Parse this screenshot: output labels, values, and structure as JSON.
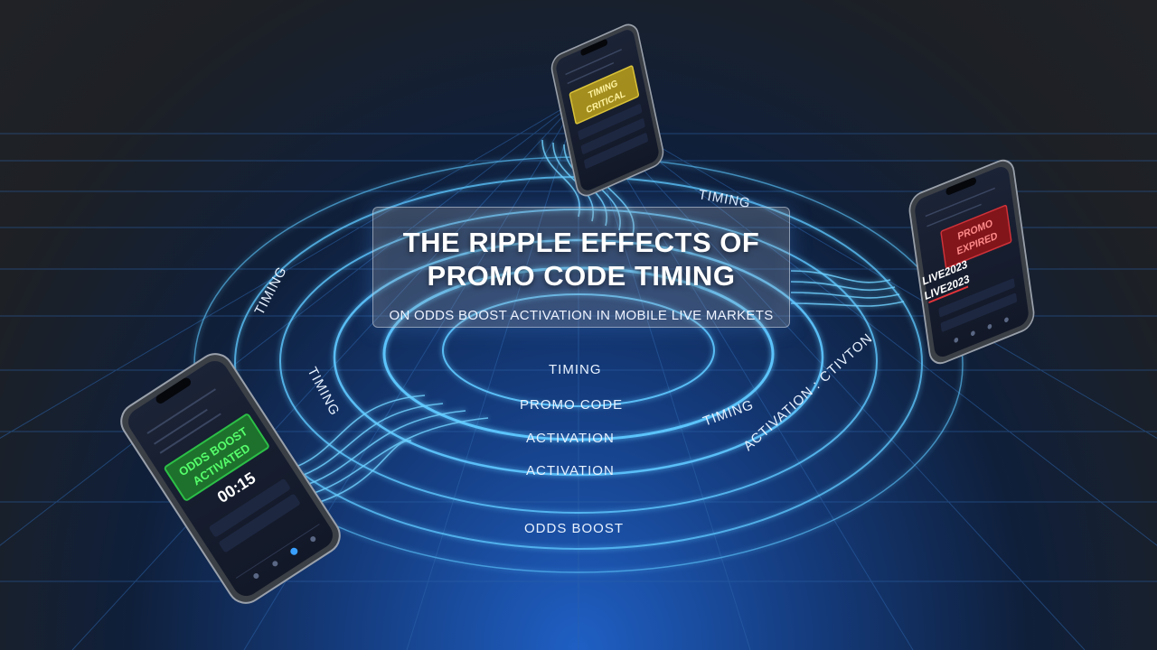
{
  "title": {
    "line1": "THE RIPPLE EFFECTS OF",
    "line2": "PROMO CODE TIMING",
    "subtitle": "ON ODDS BOOST ACTIVATION IN MOBILE LIVE MARKETS"
  },
  "ring_labels": {
    "timing_top": "TIMING",
    "timing_left_outer": "TIMING",
    "timing_left_inner": "TIMING",
    "timing_center": "TIMING",
    "promo_code": "PROMO CODE",
    "timing_right": "TIMING",
    "activation_inner": "ACTIVATION",
    "activation_outer": "ACTIVATION",
    "activation_right": "ACTIVATION : CTIVTON",
    "odds_boost": "ODDS BOOST"
  },
  "phones": {
    "left": {
      "banner": [
        "ODDS BOOST",
        "ACTIVATED"
      ],
      "timer": "00:15",
      "banner_color": "#2fd14a"
    },
    "top": {
      "banner": [
        "TIMING",
        "CRITICAL"
      ],
      "banner_color": "#d9c12a"
    },
    "right": {
      "banner": [
        "PROMO",
        "EXPIRED"
      ],
      "overlay": [
        "LIVE2023",
        "LIVE2023"
      ],
      "banner_color": "#c0242a"
    }
  },
  "colors": {
    "ring": "#5ec8ff",
    "grid": "#2f6fb8",
    "accent": "#3aa0ff"
  }
}
